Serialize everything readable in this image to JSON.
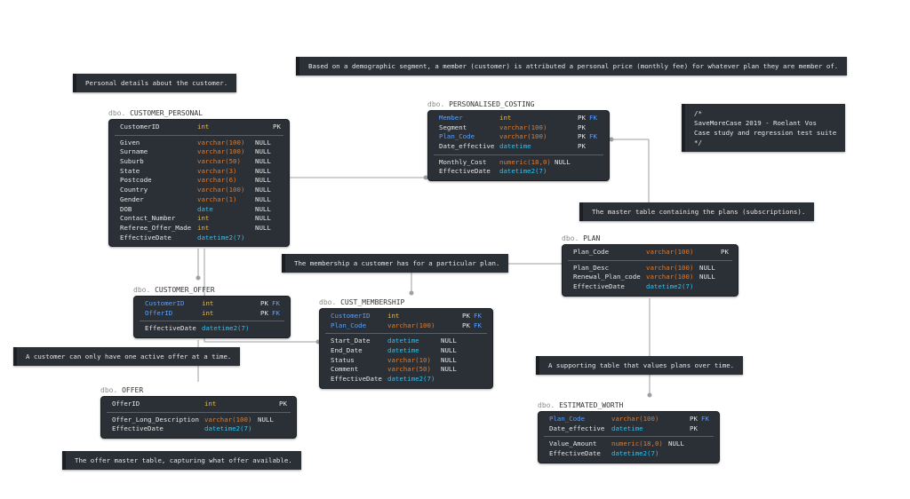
{
  "notes": {
    "personal_details": "Personal details about the customer.",
    "costing": "Based on a demographic segment, a member (customer) is attributed a personal price (monthly fee) for whatever plan they are member of.",
    "header_comment": "/*\nSaveMoreCase 2019 - Roelant Vos\nCase study and regression test suite\n*/",
    "plan_master": "The master table containing the plans (subscriptions).",
    "membership": "The membership a customer has for a particular plan.",
    "one_offer": "A customer can only have one active offer at a time.",
    "supporting": "A supporting table that values plans over time.",
    "offer_master": "The offer master table, capturing what offer available."
  },
  "tables": {
    "customer_personal": {
      "schema": "dbo.",
      "name": "CUSTOMER_PERSONAL",
      "pk": [
        {
          "col": "CustomerID",
          "type": "int",
          "null": "",
          "key": "PK",
          "fk": ""
        }
      ],
      "cols": [
        {
          "col": "Given",
          "type": "varchar(100)",
          "null": "NULL"
        },
        {
          "col": "Surname",
          "type": "varchar(100)",
          "null": "NULL"
        },
        {
          "col": "Suburb",
          "type": "varchar(50)",
          "null": "NULL"
        },
        {
          "col": "State",
          "type": "varchar(3)",
          "null": "NULL"
        },
        {
          "col": "Postcode",
          "type": "varchar(6)",
          "null": "NULL"
        },
        {
          "col": "Country",
          "type": "varchar(100)",
          "null": "NULL"
        },
        {
          "col": "Gender",
          "type": "varchar(1)",
          "null": "NULL"
        },
        {
          "col": "DOB",
          "type": "date",
          "null": "NULL"
        },
        {
          "col": "Contact_Number",
          "type": "int",
          "null": "NULL"
        },
        {
          "col": "Referee_Offer_Made",
          "type": "int",
          "null": "NULL"
        },
        {
          "col": "EffectiveDate",
          "type": "datetime2(7)",
          "null": ""
        }
      ]
    },
    "personalised_costing": {
      "schema": "dbo.",
      "name": "PERSONALISED_COSTING",
      "pk": [
        {
          "col": "Member",
          "type": "int",
          "null": "",
          "key": "PK",
          "fk": "FK"
        },
        {
          "col": "Segment",
          "type": "varchar(100)",
          "null": "",
          "key": "PK",
          "fk": ""
        },
        {
          "col": "Plan_Code",
          "type": "varchar(100)",
          "null": "",
          "key": "PK",
          "fk": "FK"
        },
        {
          "col": "Date_effective",
          "type": "datetime",
          "null": "",
          "key": "PK",
          "fk": ""
        }
      ],
      "cols": [
        {
          "col": "Monthly_Cost",
          "type": "numeric(18,0)",
          "null": "NULL"
        },
        {
          "col": "EffectiveDate",
          "type": "datetime2(7)",
          "null": ""
        }
      ]
    },
    "plan": {
      "schema": "dbo.",
      "name": "PLAN",
      "pk": [
        {
          "col": "Plan_Code",
          "type": "varchar(100)",
          "null": "",
          "key": "PK",
          "fk": ""
        }
      ],
      "cols": [
        {
          "col": "Plan_Desc",
          "type": "varchar(100)",
          "null": "NULL"
        },
        {
          "col": "Renewal_Plan_code",
          "type": "varchar(100)",
          "null": "NULL"
        },
        {
          "col": "EffectiveDate",
          "type": "datetime2(7)",
          "null": ""
        }
      ]
    },
    "customer_offer": {
      "schema": "dbo.",
      "name": "CUSTOMER_OFFER",
      "pk": [
        {
          "col": "CustomerID",
          "type": "int",
          "null": "",
          "key": "PK",
          "fk": "FK"
        },
        {
          "col": "OfferID",
          "type": "int",
          "null": "",
          "key": "PK",
          "fk": "FK"
        }
      ],
      "cols": [
        {
          "col": "EffectiveDate",
          "type": "datetime2(7)",
          "null": ""
        }
      ]
    },
    "cust_membership": {
      "schema": "dbo.",
      "name": "CUST_MEMBERSHIP",
      "pk": [
        {
          "col": "CustomerID",
          "type": "int",
          "null": "",
          "key": "PK",
          "fk": "FK"
        },
        {
          "col": "Plan_Code",
          "type": "varchar(100)",
          "null": "",
          "key": "PK",
          "fk": "FK"
        }
      ],
      "cols": [
        {
          "col": "Start_Date",
          "type": "datetime",
          "null": "NULL"
        },
        {
          "col": "End_Date",
          "type": "datetime",
          "null": "NULL"
        },
        {
          "col": "Status",
          "type": "varchar(10)",
          "null": "NULL"
        },
        {
          "col": "Comment",
          "type": "varchar(50)",
          "null": "NULL"
        },
        {
          "col": "EffectiveDate",
          "type": "datetime2(7)",
          "null": ""
        }
      ]
    },
    "offer": {
      "schema": "dbo.",
      "name": "OFFER",
      "pk": [
        {
          "col": "OfferID",
          "type": "int",
          "null": "",
          "key": "PK",
          "fk": ""
        }
      ],
      "cols": [
        {
          "col": "Offer_Long_Description",
          "type": "varchar(100)",
          "null": "NULL"
        },
        {
          "col": "EffectiveDate",
          "type": "datetime2(7)",
          "null": ""
        }
      ]
    },
    "estimated_worth": {
      "schema": "dbo.",
      "name": "ESTIMATED_WORTH",
      "pk": [
        {
          "col": "Plan_Code",
          "type": "varchar(100)",
          "null": "",
          "key": "PK",
          "fk": "FK"
        },
        {
          "col": "Date_effective",
          "type": "datetime",
          "null": "",
          "key": "PK",
          "fk": ""
        }
      ],
      "cols": [
        {
          "col": "Value_Amount",
          "type": "numeric(18,0)",
          "null": "NULL"
        },
        {
          "col": "EffectiveDate",
          "type": "datetime2(7)",
          "null": ""
        }
      ]
    }
  },
  "colors": {
    "box_bg": "#2b2f36",
    "text": "#e6e6e6",
    "fk_column": "#5aa0ff",
    "type_varchar": "#e07b2b",
    "type_datetime": "#35c0ea",
    "type_int": "#f0b93c",
    "connector": "#9aa0a6"
  }
}
